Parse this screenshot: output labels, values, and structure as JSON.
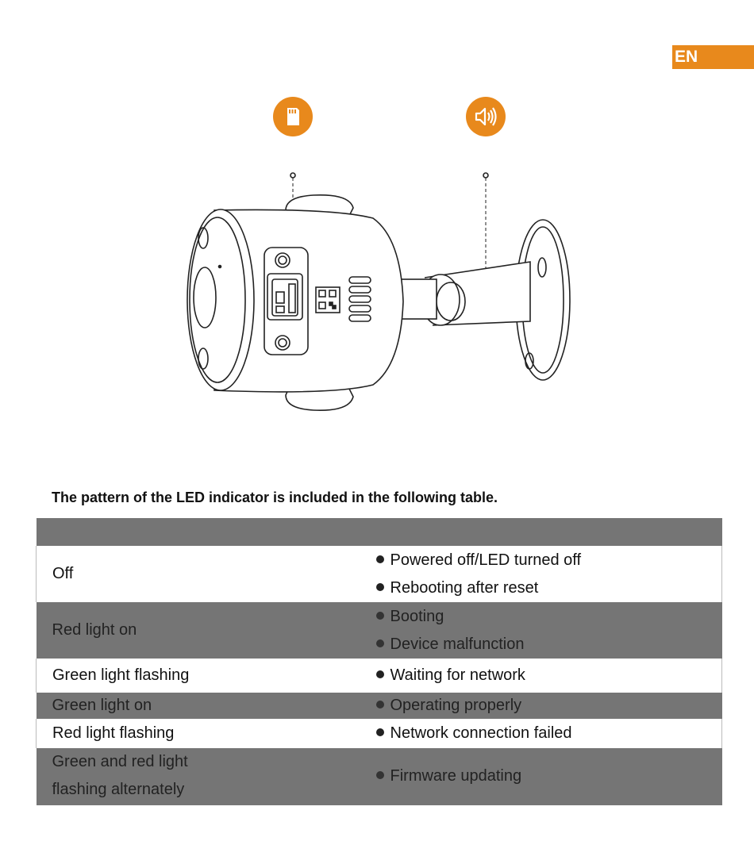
{
  "lang_tab": "EN",
  "icons": {
    "left": "microsd-card-icon",
    "right": "speaker-icon"
  },
  "intro_text": "The pattern of the LED indicator is included in the following table.",
  "table": {
    "header": [
      "",
      ""
    ],
    "rows": [
      {
        "status": "Off",
        "meanings": [
          "Powered off/LED turned off",
          "Rebooting after reset"
        ],
        "shaded": false
      },
      {
        "status": "Red light on",
        "meanings": [
          "Booting",
          "Device malfunction"
        ],
        "shaded": true
      },
      {
        "status": "Green light flashing",
        "meanings": [
          "Waiting for network"
        ],
        "shaded": false
      },
      {
        "status": "Green light on",
        "meanings": [
          "Operating properly"
        ],
        "shaded": true
      },
      {
        "status": "Red light flashing",
        "meanings": [
          "Network connection failed"
        ],
        "shaded": false
      },
      {
        "status_lines": [
          "Green and red light",
          "flashing alternately"
        ],
        "meanings": [
          "Firmware updating"
        ],
        "shaded": true
      }
    ]
  },
  "colors": {
    "accent": "#e8891c",
    "shade": "#757575"
  }
}
